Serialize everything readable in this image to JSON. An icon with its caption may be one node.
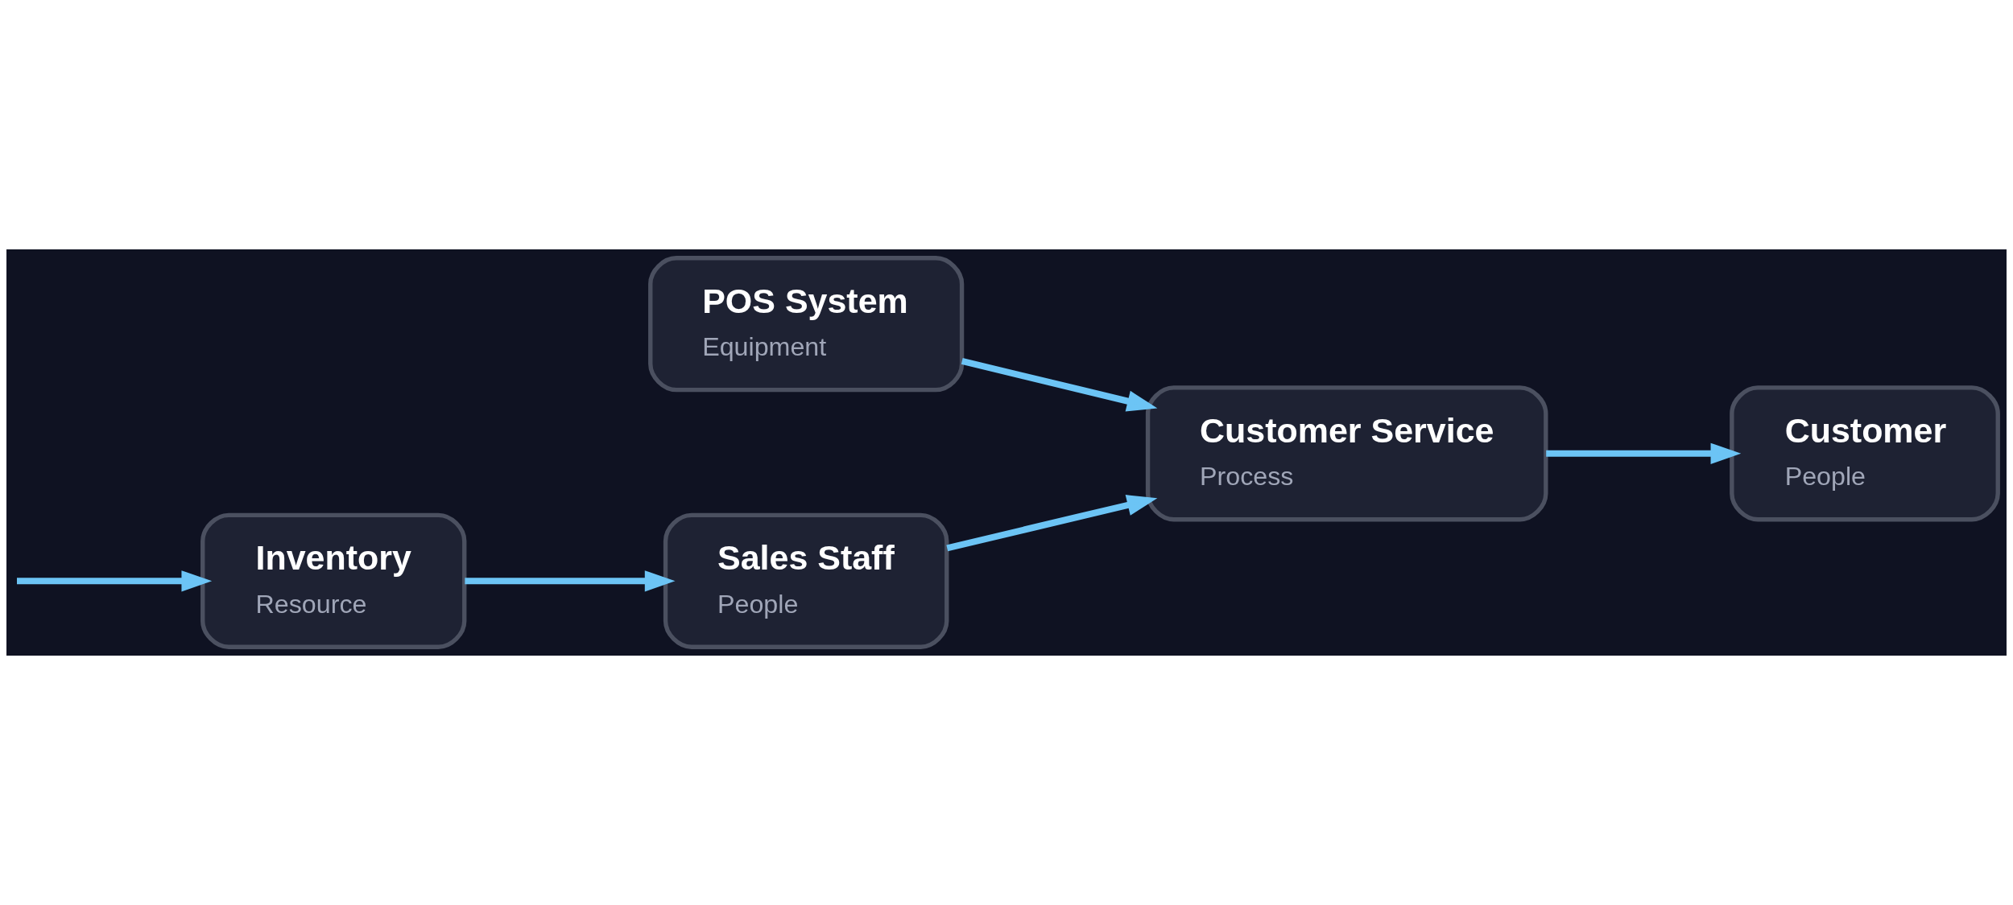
{
  "diagram": {
    "nodes": [
      {
        "text": [
          "POS System",
          "Equipment"
        ]
      },
      {
        "text": [
          "Inventory",
          "Resource"
        ]
      },
      {
        "text": [
          "Customer Service",
          "Process"
        ]
      },
      {
        "text": [
          "Customer",
          "People"
        ]
      },
      {
        "text": [
          "Sales Staff",
          "People"
        ]
      }
    ],
    "edges": [
      {
        "from": null,
        "to": 1,
        "arrow": "to"
      },
      {
        "from": 1,
        "to": 4,
        "arrow": "to"
      },
      {
        "from": 0,
        "to": 2,
        "arrow": "to"
      },
      {
        "from": 4,
        "to": 2,
        "arrow": "to"
      },
      {
        "from": 2,
        "to": 3,
        "arrow": "to"
      }
    ]
  }
}
